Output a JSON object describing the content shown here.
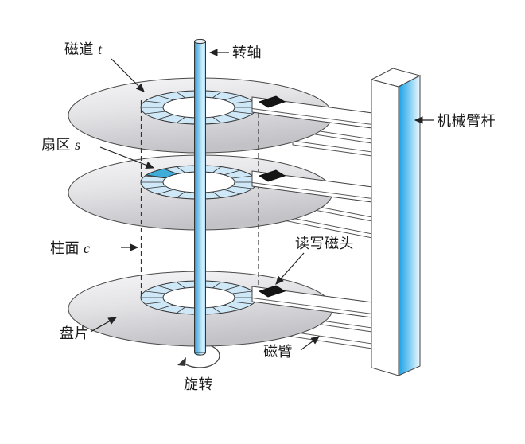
{
  "figure": {
    "type": "hdd-moving-head-disk-mechanism",
    "labels": {
      "track": {
        "prefix": "磁道",
        "symbol": "t"
      },
      "spindle": "转轴",
      "actuator_bar": "机械臂杆",
      "sector": {
        "prefix": "扇区",
        "symbol": "s"
      },
      "cylinder": {
        "prefix": "柱面",
        "symbol": "c"
      },
      "read_write_head": "读写磁头",
      "platter": "盘片",
      "arm": "磁臂",
      "rotation": "旋转"
    },
    "colors": {
      "line": "#333333",
      "text": "#1a1a1a",
      "track_band": "#cfe8f7",
      "sector_highlight": "#3fadda",
      "head": "#151515",
      "rod_blue": "#2e96d4",
      "bar_blue": "#1b9fe4",
      "disk_gray": "#d8d8db"
    },
    "structure": {
      "platters": 3,
      "sectors_per_track": 16,
      "heads_visible": 3
    }
  }
}
